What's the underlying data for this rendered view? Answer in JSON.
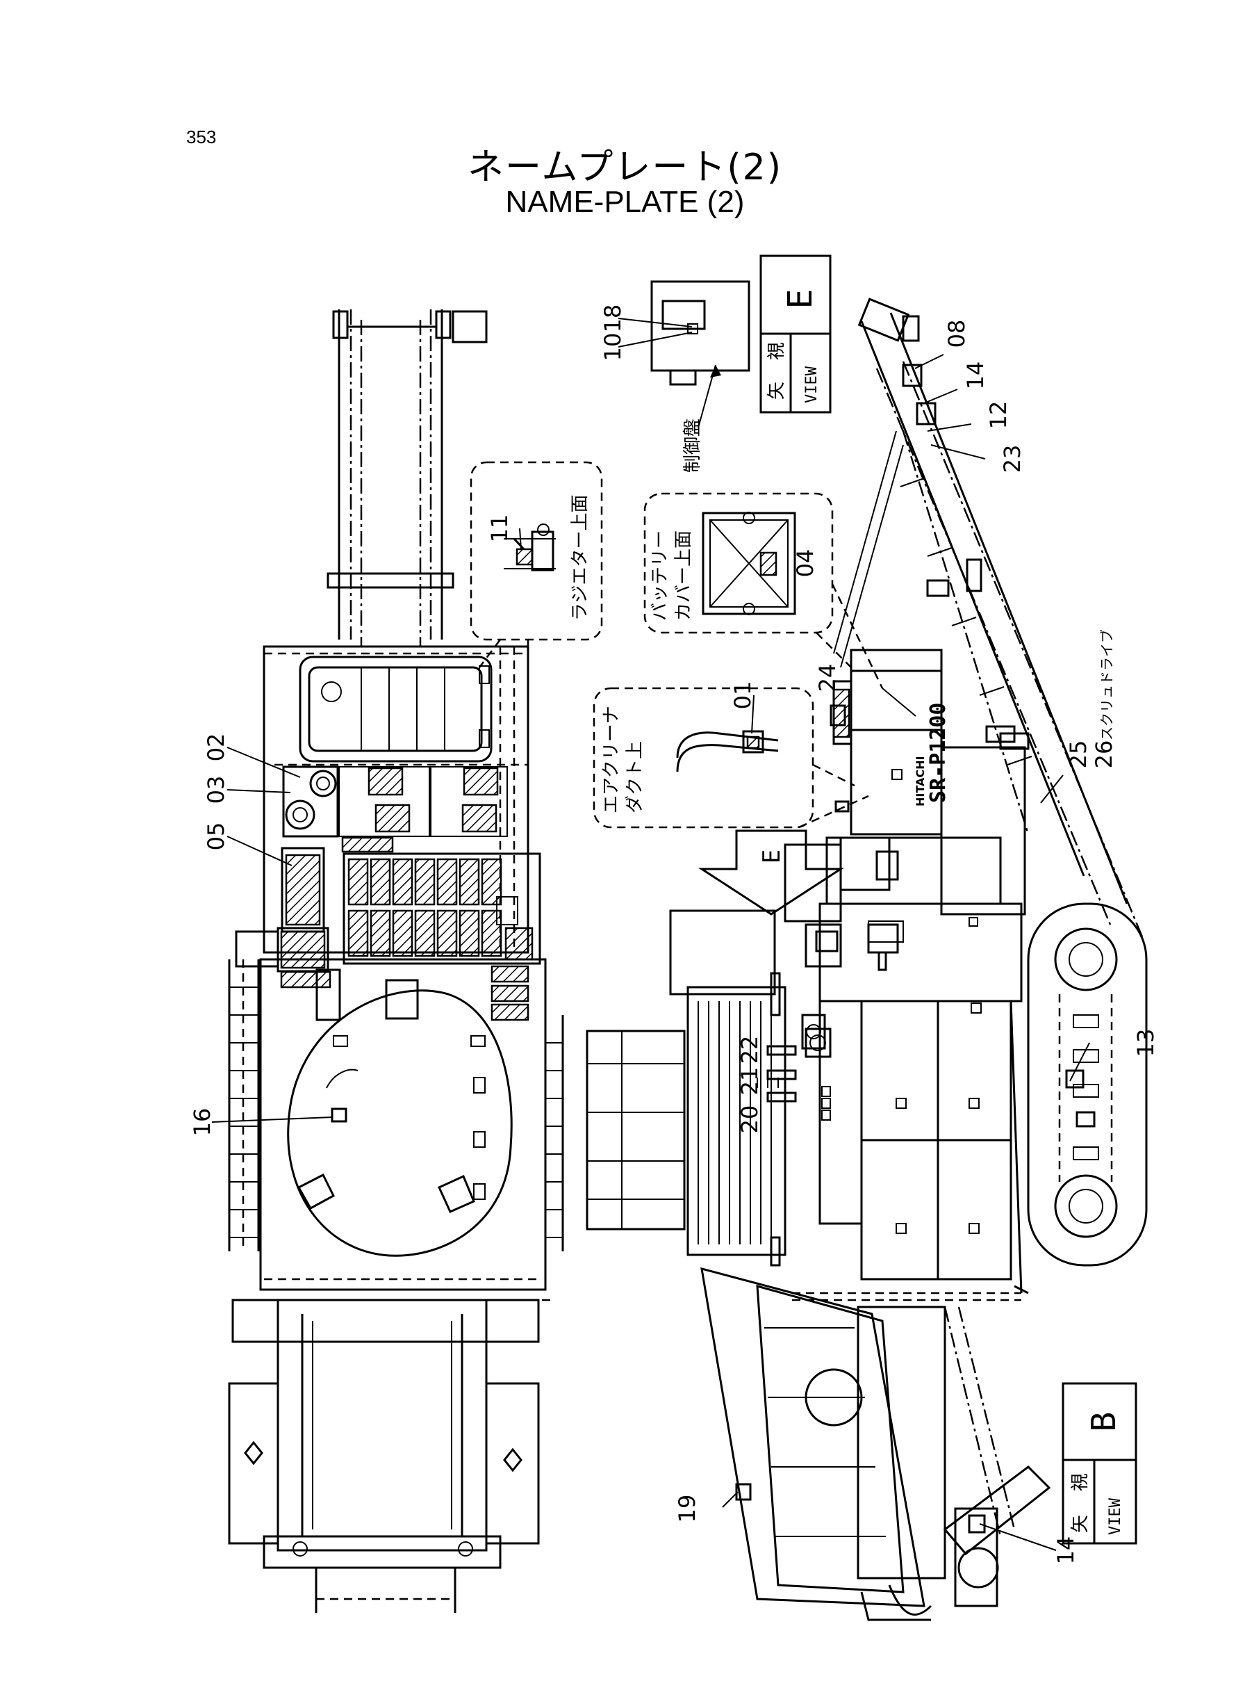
{
  "header": {
    "page_number": "353",
    "title_jp": "ネームプレート(2)",
    "title_en": "NAME-PLATE (2)"
  },
  "callouts": {
    "left_view": [
      "02",
      "03",
      "05",
      "11",
      "16"
    ],
    "right_view": [
      "01",
      "04",
      "08",
      "10",
      "12",
      "13",
      "14",
      "14",
      "18",
      "19",
      "20",
      "21",
      "22",
      "23",
      "24",
      "25",
      "26"
    ]
  },
  "labels": {
    "radiator_top": "ラジエター上面",
    "battery_cover_line1": "バッテリー",
    "battery_cover_line2": "カバー上面",
    "air_cleaner_line1": "エアクリーナ",
    "air_cleaner_line2": "ダクト上",
    "control_panel": "制御盤",
    "screw_drive": "スクリュドライブ",
    "model": "SR-P1200",
    "brand": "HITACHI"
  },
  "view_boxes": [
    {
      "jp_line1": "矢",
      "jp_line2": "視",
      "en": "VIEW",
      "letter": "E"
    },
    {
      "jp_line1": "矢",
      "jp_line2": "視",
      "en": "VIEW",
      "letter": "B"
    }
  ],
  "arrow": {
    "letter": "E"
  }
}
